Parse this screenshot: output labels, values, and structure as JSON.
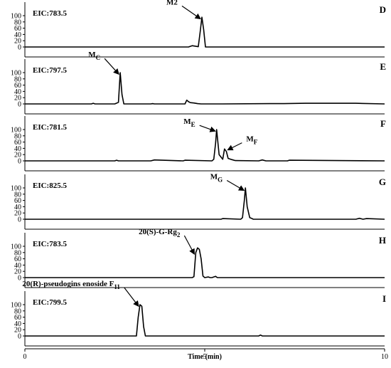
{
  "chart_data": {
    "type": "line",
    "x_axis": {
      "label": "Time (min)",
      "ticks": [
        "0",
        "5",
        "10"
      ],
      "range": [
        0,
        10
      ]
    },
    "panels": [
      {
        "letter": "D",
        "eic": "EIC:783.5",
        "ylim": [
          0,
          100
        ],
        "yticks": [
          "100",
          "80",
          "60",
          "40",
          "20",
          "0"
        ],
        "series": {
          "x": [
            0,
            4.55,
            4.65,
            4.82,
            4.87,
            4.92,
            4.97,
            5.02,
            10
          ],
          "y": [
            0,
            0,
            4,
            1,
            45,
            95,
            55,
            0,
            0
          ]
        },
        "annotations": [
          {
            "text": "M2",
            "sub": "",
            "peak_x": 4.92,
            "peak_y": 90
          }
        ]
      },
      {
        "letter": "E",
        "eic": "EIC:797.5",
        "ylim": [
          0,
          100
        ],
        "yticks": [
          "100",
          "80",
          "60",
          "40",
          "20",
          "0"
        ],
        "series": {
          "x": [
            0,
            1.85,
            1.9,
            1.95,
            2.5,
            2.6,
            2.65,
            2.7,
            2.75,
            2.8,
            3.5,
            3.55,
            3.6,
            3.75,
            4.45,
            4.5,
            4.55,
            4.6,
            4.7,
            4.8,
            4.9,
            5.5,
            6.8,
            7.2,
            7.8,
            8.5,
            9.2,
            10
          ],
          "y": [
            0,
            0,
            2,
            0,
            0,
            5,
            100,
            30,
            0,
            0,
            0,
            1,
            0,
            0,
            0,
            12,
            7,
            4,
            3,
            1,
            0,
            0,
            1,
            1,
            2,
            2,
            2,
            0
          ]
        },
        "annotations": [
          {
            "text": "M",
            "sub": "C",
            "peak_x": 2.65,
            "peak_y": 95
          }
        ]
      },
      {
        "letter": "F",
        "eic": "EIC:781.5",
        "ylim": [
          0,
          100
        ],
        "yticks": [
          "100",
          "80",
          "60",
          "40",
          "20",
          "0"
        ],
        "series": {
          "x": [
            0,
            2.5,
            2.55,
            2.6,
            3.5,
            3.6,
            4.4,
            4.45,
            5.2,
            5.25,
            5.3,
            5.33,
            5.4,
            5.5,
            5.55,
            5.6,
            5.65,
            5.75,
            5.85,
            6.5,
            6.6,
            6.7,
            7.3,
            7.35,
            10
          ],
          "y": [
            0,
            0,
            2,
            0,
            0,
            3,
            0,
            2,
            0,
            5,
            55,
            100,
            20,
            5,
            38,
            30,
            8,
            4,
            1,
            0,
            3,
            0,
            0,
            2,
            0
          ]
        },
        "annotations": [
          {
            "text": "M",
            "sub": "E",
            "peak_x": 5.33,
            "peak_y": 95
          },
          {
            "text": "M",
            "sub": "F",
            "peak_x": 5.6,
            "peak_y": 35
          }
        ]
      },
      {
        "letter": "G",
        "eic": "EIC:825.5",
        "ylim": [
          0,
          100
        ],
        "yticks": [
          "100",
          "80",
          "60",
          "40",
          "20",
          "0"
        ],
        "series": {
          "x": [
            0,
            5.45,
            5.5,
            6.0,
            6.05,
            6.1,
            6.13,
            6.18,
            6.25,
            6.3,
            6.35,
            9.2,
            9.3,
            9.4,
            9.5,
            10
          ],
          "y": [
            0,
            0,
            2,
            0,
            5,
            60,
            100,
            40,
            5,
            3,
            0,
            0,
            3,
            0,
            2,
            0
          ]
        },
        "annotations": [
          {
            "text": "M",
            "sub": "G",
            "peak_x": 6.13,
            "peak_y": 92
          }
        ]
      },
      {
        "letter": "H",
        "eic": "EIC:783.5",
        "ylim": [
          0,
          100
        ],
        "yticks": [
          "100",
          "80",
          "60",
          "40",
          "20",
          "0"
        ],
        "series": {
          "x": [
            0,
            4.65,
            4.7,
            4.75,
            4.8,
            4.85,
            4.9,
            4.95,
            5.0,
            5.1,
            5.15,
            5.2,
            5.3,
            5.35,
            10
          ],
          "y": [
            0,
            0,
            3,
            80,
            95,
            90,
            60,
            5,
            0,
            2,
            0,
            0,
            4,
            0,
            0
          ]
        },
        "annotations": [
          {
            "text": "20(S)-G-Rg",
            "sub": "2",
            "peak_x": 4.75,
            "peak_y": 75
          }
        ]
      },
      {
        "letter": "I",
        "eic": "EIC:799.5",
        "ylim": [
          0,
          100
        ],
        "yticks": [
          "100",
          "80",
          "60",
          "40",
          "20",
          "0"
        ],
        "series": {
          "x": [
            0,
            3.1,
            3.15,
            3.2,
            3.25,
            3.3,
            3.35,
            3.4,
            6.5,
            6.55,
            6.6,
            10
          ],
          "y": [
            0,
            0,
            60,
            100,
            95,
            30,
            0,
            0,
            0,
            3,
            0,
            0
          ]
        },
        "annotations": [
          {
            "text": "20(R)-pseudogins enoside F",
            "sub": "11",
            "peak_x": 3.2,
            "peak_y": 95
          }
        ]
      }
    ]
  }
}
